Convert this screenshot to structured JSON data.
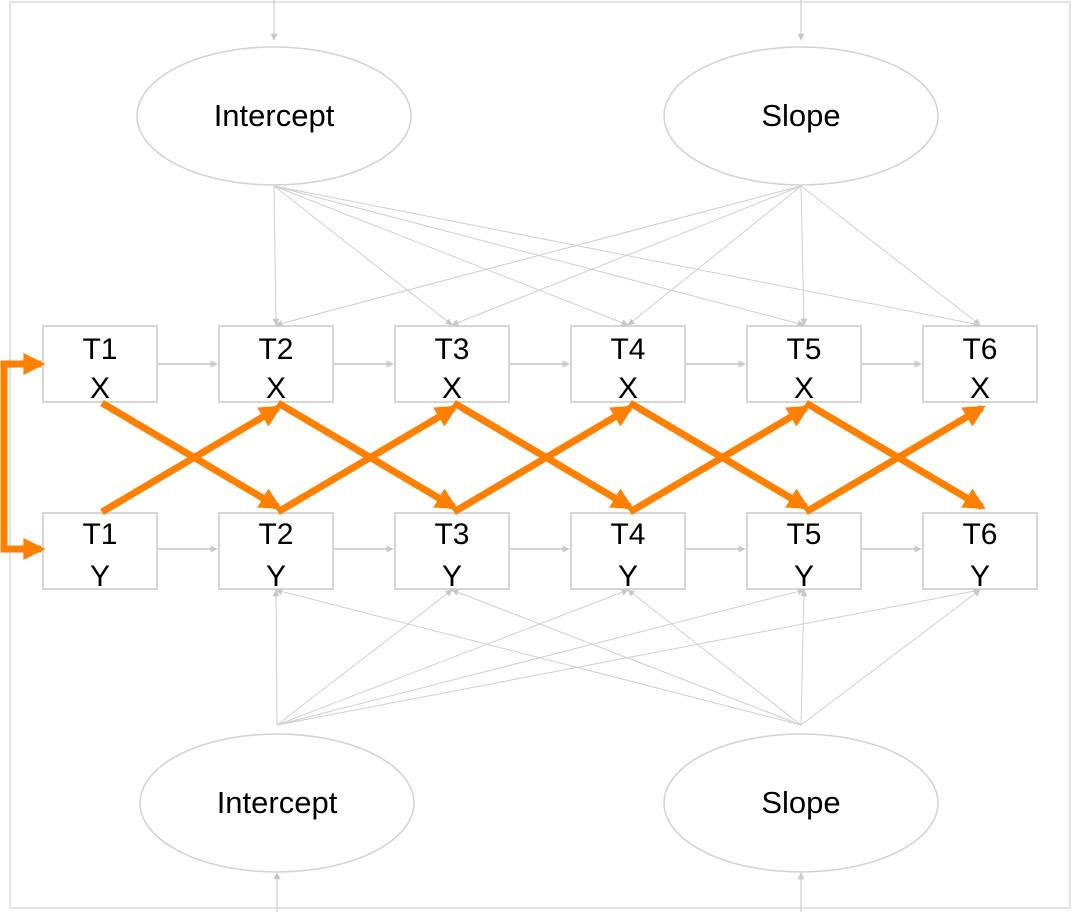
{
  "colors": {
    "gray_line": "#cfcfcf",
    "box_stroke": "#c8c8c8",
    "orange": "#ff8000",
    "text": "#000000"
  },
  "top_latent": {
    "intercept": "Intercept",
    "slope": "Slope"
  },
  "bottom_latent": {
    "intercept": "Intercept",
    "slope": "Slope"
  },
  "x_nodes": [
    {
      "time": "T1",
      "var": "X"
    },
    {
      "time": "T2",
      "var": "X"
    },
    {
      "time": "T3",
      "var": "X"
    },
    {
      "time": "T4",
      "var": "X"
    },
    {
      "time": "T5",
      "var": "X"
    },
    {
      "time": "T6",
      "var": "X"
    }
  ],
  "y_nodes": [
    {
      "time": "T1",
      "var": "Y"
    },
    {
      "time": "T2",
      "var": "Y"
    },
    {
      "time": "T3",
      "var": "Y"
    },
    {
      "time": "T4",
      "var": "Y"
    },
    {
      "time": "T5",
      "var": "Y"
    },
    {
      "time": "T6",
      "var": "Y"
    }
  ]
}
